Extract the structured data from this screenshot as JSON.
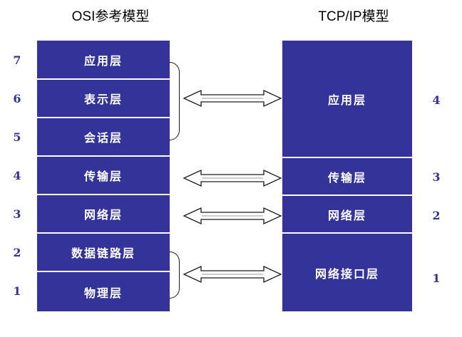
{
  "diagram": {
    "title_left": "OSI参考模型",
    "title_right": "TCP/IP模型",
    "accent_color": "#333399",
    "background_color": "#ffffff",
    "layer_text_color": "#ffffff",
    "number_color": "#333399",
    "arrow_outline_color": "#1a1a1a",
    "type": "layered-model-comparison"
  },
  "osi": {
    "name": "OSI参考模型",
    "layers": [
      {
        "number": "7",
        "label": "应用层"
      },
      {
        "number": "6",
        "label": "表示层"
      },
      {
        "number": "5",
        "label": "会话层"
      },
      {
        "number": "4",
        "label": "传输层"
      },
      {
        "number": "3",
        "label": "网络层"
      },
      {
        "number": "2",
        "label": "数据链路层"
      },
      {
        "number": "1",
        "label": "物理层"
      }
    ]
  },
  "tcpip": {
    "name": "TCP/IP模型",
    "layers": [
      {
        "number": "4",
        "label": "应用层"
      },
      {
        "number": "3",
        "label": "传输层"
      },
      {
        "number": "2",
        "label": "网络层"
      },
      {
        "number": "1",
        "label": "网络接口层"
      }
    ]
  },
  "mappings": [
    {
      "osi_layers": "7,6,5",
      "tcpip_layer": "4",
      "grouped": true
    },
    {
      "osi_layers": "4",
      "tcpip_layer": "3",
      "grouped": false
    },
    {
      "osi_layers": "3",
      "tcpip_layer": "2",
      "grouped": false
    },
    {
      "osi_layers": "2,1",
      "tcpip_layer": "1",
      "grouped": true
    }
  ]
}
